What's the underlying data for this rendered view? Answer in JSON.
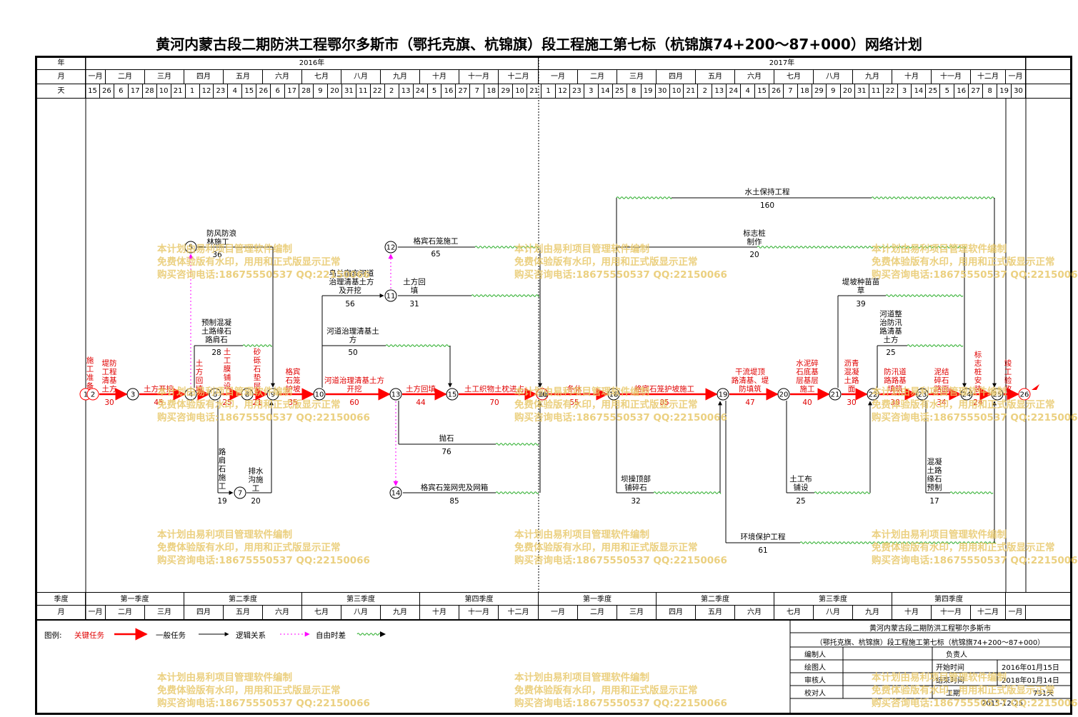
{
  "title": "黄河内蒙古段二期防洪工程鄂尔多斯市（鄂托克旗、杭锦旗）段工程施工第七标（杭锦旗74+200～87+000）网络计划",
  "header": {
    "row_labels": {
      "year": "年",
      "month": "月",
      "day": "天",
      "quarter": "季度",
      "month_bottom": "月"
    },
    "years": [
      "2016年",
      "2017年"
    ],
    "months": [
      "一月",
      "二月",
      "三月",
      "四月",
      "五月",
      "六月",
      "七月",
      "八月",
      "九月",
      "十月",
      "十一月",
      "十二月",
      "一月",
      "二月",
      "三月",
      "四月",
      "五月",
      "六月",
      "七月",
      "八月",
      "九月",
      "十月",
      "十一月",
      "十二月",
      "一月"
    ],
    "days": [
      "15",
      "26",
      "6",
      "17",
      "28",
      "10",
      "21",
      "1",
      "12",
      "23",
      "4",
      "15",
      "26",
      "6",
      "17",
      "28",
      "9",
      "20",
      "31",
      "11",
      "22",
      "2",
      "13",
      "24",
      "5",
      "16",
      "27",
      "7",
      "18",
      "29",
      "10",
      "21",
      "1",
      "12",
      "23",
      "3",
      "14",
      "25",
      "8",
      "19",
      "30",
      "10",
      "21",
      "2",
      "13",
      "24",
      "4",
      "15",
      "26",
      "7",
      "18",
      "29",
      "9",
      "20",
      "31",
      "11",
      "22",
      "3",
      "14",
      "25",
      "5",
      "16",
      "27",
      "8",
      "19",
      "30"
    ],
    "quarters": [
      "第一季度",
      "第二季度",
      "第三季度",
      "第四季度",
      "第一季度",
      "第二季度",
      "第三季度",
      "第四季度"
    ]
  },
  "nodes": [
    "1",
    "2",
    "3",
    "4",
    "5",
    "6",
    "7",
    "8",
    "9",
    "10",
    "11",
    "12",
    "13",
    "14",
    "15",
    "16",
    "17",
    "18",
    "19",
    "20",
    "21",
    "22",
    "23",
    "24",
    "25",
    "26"
  ],
  "tasks": {
    "t1": {
      "name": "施工准备",
      "days": ""
    },
    "t2": {
      "name": "堤防工程清基土方",
      "days": "30"
    },
    "t3": {
      "name": "土方开挖",
      "days": "45"
    },
    "t4": {
      "name": "防风防浪林施工",
      "days": "36"
    },
    "t5": {
      "name": "预制混凝土路缘石路肩石",
      "days": "28"
    },
    "t6": {
      "name": "土方回填",
      "days": ""
    },
    "t7": {
      "name": "土工膜铺设",
      "days": "25"
    },
    "t8": {
      "name": "砂砾石垫层",
      "days": "21"
    },
    "t9": {
      "name": "格宾石笼护坡",
      "days": "35"
    },
    "t10": {
      "name": "路肩石施工",
      "days": "19"
    },
    "t11": {
      "name": "排水沟施工",
      "days": "20"
    },
    "t12": {
      "name": "河道治理清基土方开挖",
      "days": "60"
    },
    "t13": {
      "name": "乌兰宿亥河道治理清基土方及开挖",
      "days": "56"
    },
    "t14": {
      "name": "河道治理清基土方",
      "days": "50"
    },
    "t15": {
      "name": "格宾石笼施工",
      "days": "65"
    },
    "t16": {
      "name": "土方回填",
      "days": "31"
    },
    "t17": {
      "name": "土方回填",
      "days": "44"
    },
    "t18": {
      "name": "土工织物土枕进占",
      "days": "70"
    },
    "t19": {
      "name": "抛石",
      "days": "76"
    },
    "t20": {
      "name": "格宾石笼网兜及网箱",
      "days": "85"
    },
    "t21": {
      "name": "冬休",
      "days": "55"
    },
    "t22": {
      "name": "格宾石笼护坡施工",
      "days": "85"
    },
    "t23": {
      "name": "水土保持工程",
      "days": "160"
    },
    "t24": {
      "name": "标志桩制作",
      "days": "20"
    },
    "t25": {
      "name": "坝操顶部铺碎石",
      "days": "32"
    },
    "t26": {
      "name": "干流堤顶路清基、堤防填筑",
      "days": "47"
    },
    "t27": {
      "name": "环境保护工程",
      "days": "61"
    },
    "t28": {
      "name": "水泥碎石底基层基层施工",
      "days": "40"
    },
    "t29": {
      "name": "土工布铺设",
      "days": "25"
    },
    "t30": {
      "name": "沥青混凝土路面",
      "days": "30"
    },
    "t31": {
      "name": "堤坡种苗草",
      "days": "39"
    },
    "t32": {
      "name": "河道整治防汛路清基土方",
      "days": "25"
    },
    "t33": {
      "name": "防汛道路路基填筑",
      "days": "38"
    },
    "t34": {
      "name": "泥结碎石路面",
      "days": "34"
    },
    "t35": {
      "name": "混凝土路缘石预制",
      "days": "17"
    },
    "t36": {
      "name": "标志桩安装",
      "days": "24"
    },
    "t37": {
      "name": "竣工验收",
      "days": ""
    }
  },
  "legend": {
    "title": "图例:",
    "critical": "关键任务",
    "normal": "一般任务",
    "logic": "逻辑关系",
    "free_float": "自由时差"
  },
  "title_block": {
    "line1": "黄河内蒙古段二期防洪工程鄂尔多斯市",
    "line2": "（鄂托克旗、杭锦旗）段工程施工第七标（杭锦旗74+200～87+000）",
    "compiler_label": "编制人",
    "manager_label": "负责人",
    "drafter_label": "绘图人",
    "start_label": "开始时间",
    "start_value": "2016年01月15日",
    "reviewer_label": "审核人",
    "end_label": "结束时间",
    "end_value": "2018年01月14日",
    "checker_label": "校对人",
    "duration_label": "工期",
    "duration_value": "731天",
    "date": "2015-12-25"
  },
  "watermark": {
    "line1": "本计划由易利项目管理软件编制",
    "line2": "免费体验版有水印，用用和正式版显示正常",
    "line3": "购买咨询电话:18675550537 QQ:22150066"
  },
  "colors": {
    "critical": "#ff0000",
    "normal": "#000000",
    "free_float": "#ff00ff",
    "slack": "#00aa00",
    "watermark": "#e8c86a"
  }
}
